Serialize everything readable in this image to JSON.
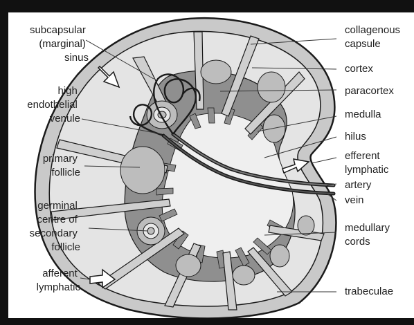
{
  "labels_left": {
    "subcapsular_sinus": [
      "subcapsular",
      "(marginal)",
      "sinus"
    ],
    "high_endothelial_venule": [
      "high",
      "endothelial",
      "venule"
    ],
    "primary_follicle": [
      "primary",
      "follicle"
    ],
    "germinal_centre": [
      "germinal",
      "centre of",
      "secondary",
      "follicle"
    ],
    "afferent_lymphatic": [
      "afferent",
      "lymphatic"
    ]
  },
  "labels_right": {
    "collagenous_capsule": [
      "collagenous",
      "capsule"
    ],
    "cortex": [
      "cortex"
    ],
    "paracortex": [
      "paracortex"
    ],
    "medulla": [
      "medulla"
    ],
    "hilus": [
      "hilus"
    ],
    "efferent_lymphatic": [
      "efferent",
      "lymphatic"
    ],
    "artery": [
      "artery"
    ],
    "vein": [
      "vein"
    ],
    "medullary_cords": [
      "medullary",
      "cords"
    ],
    "trabeculae": [
      "trabeculae"
    ]
  },
  "colors": {
    "capsule": "#c9c9c9",
    "cortex_zone": "#e4e4e4",
    "paracortex": "#8f8f8f",
    "medulla": "#efefef",
    "follicle": "#bdbdbd",
    "border": "#1a1a1a"
  }
}
